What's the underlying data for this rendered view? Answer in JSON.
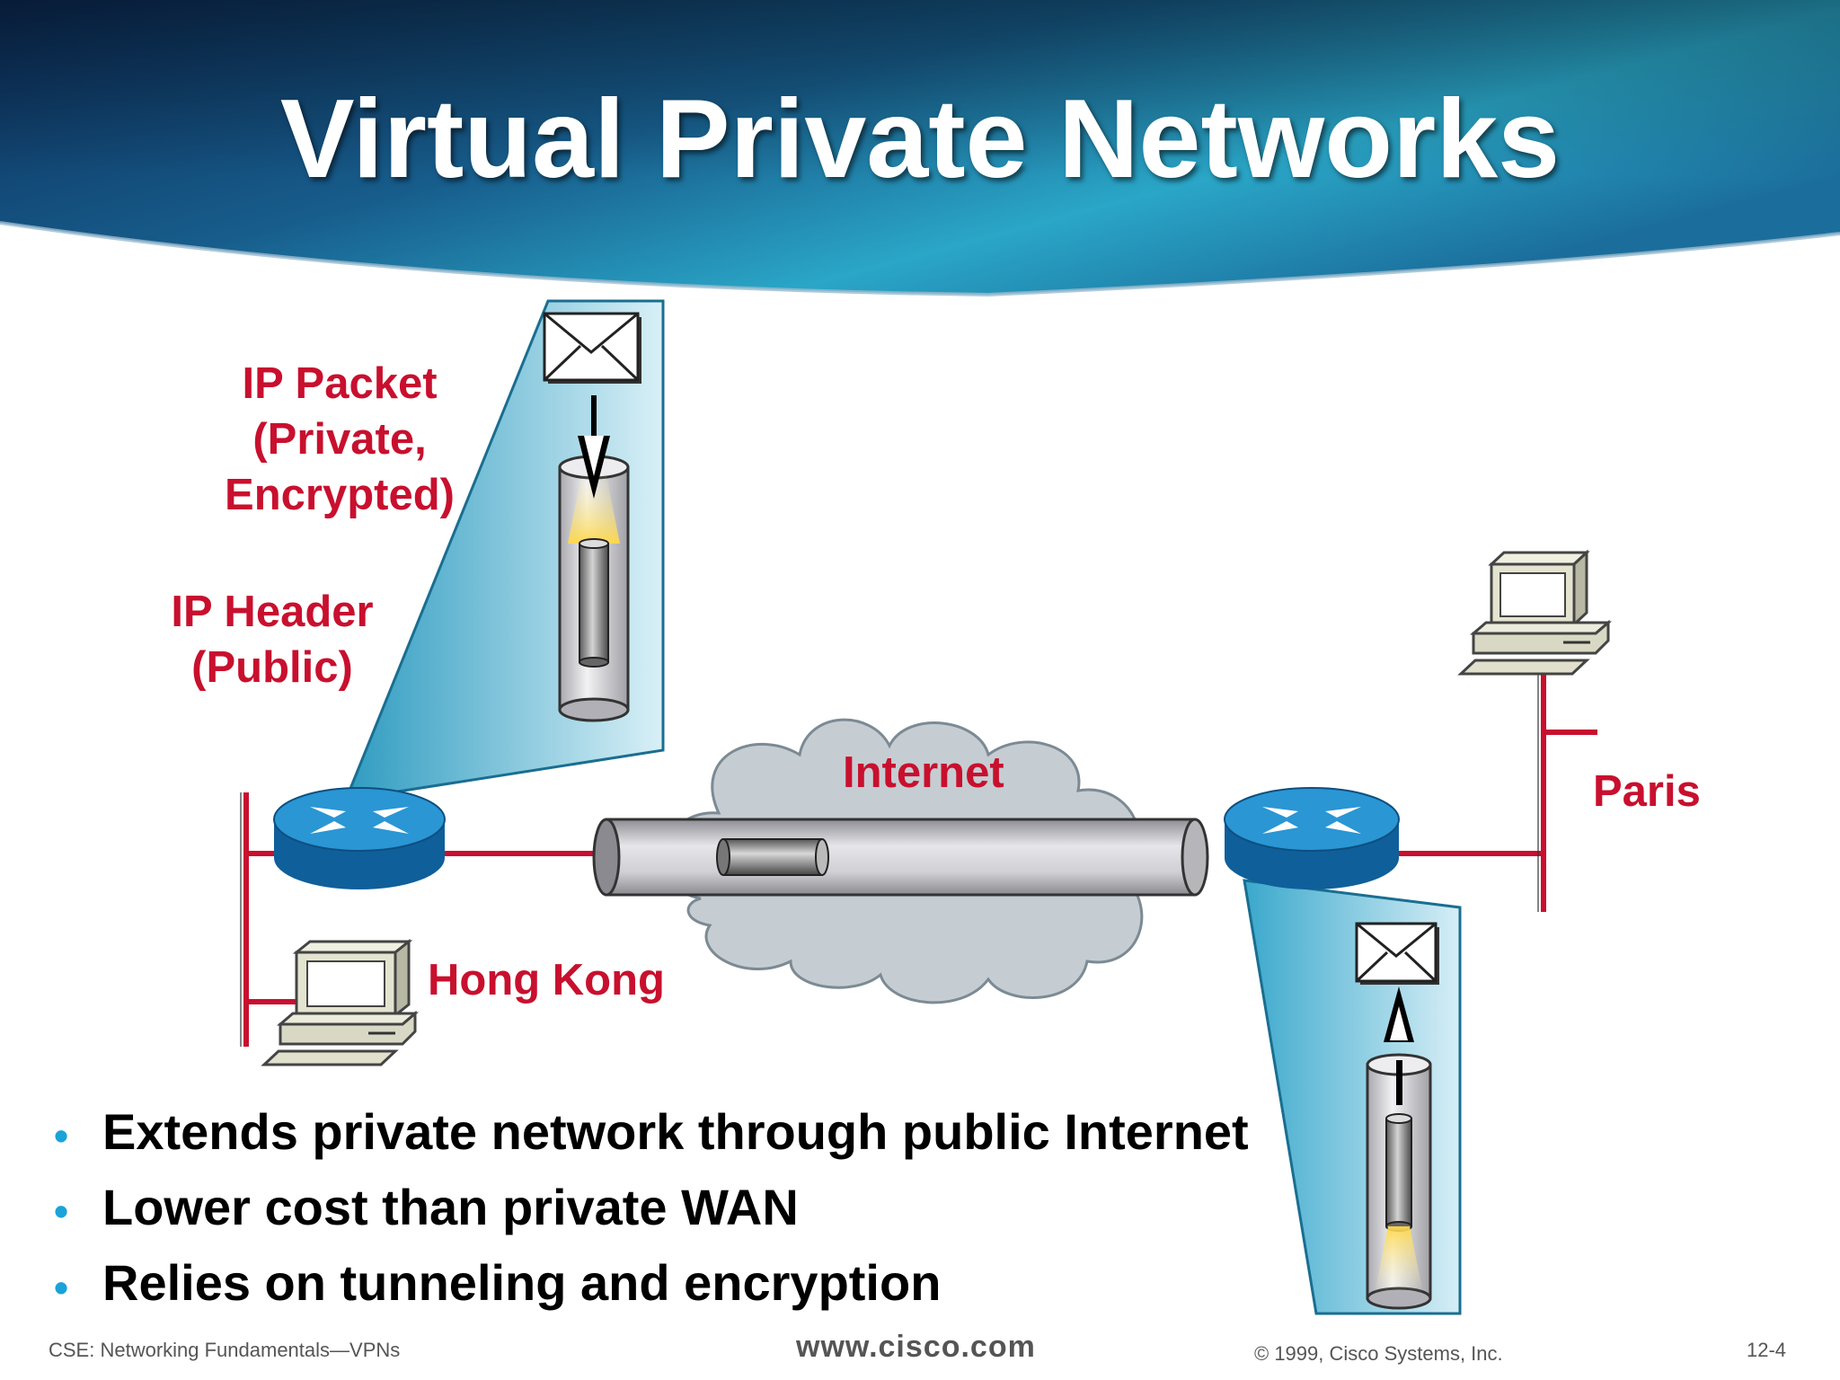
{
  "title": "Virtual Private Networks",
  "labels": {
    "ip_packet": [
      "IP Packet",
      "(Private,",
      "Encrypted)"
    ],
    "ip_header": [
      "IP Header",
      "(Public)"
    ],
    "internet": "Internet",
    "hong_kong": "Hong Kong",
    "paris": "Paris"
  },
  "bullets": [
    "Extends private network through public Internet",
    "Lower cost than private WAN",
    "Relies on tunneling and encryption"
  ],
  "bullet_glyph": "•",
  "footer": {
    "left": "CSE: Networking Fundamentals—VPNs",
    "url": "www.cisco.com",
    "copyright": "© 1999, Cisco Systems, Inc.",
    "page": "12-4"
  },
  "colors": {
    "label_red": "#c8102e",
    "banner_dark": "#0d2f5c",
    "banner_light": "#2aa6c7",
    "router_blue": "#1e88c8",
    "bullet_blue": "#1aa3d9"
  },
  "icons": [
    "router-icon",
    "workstation-icon",
    "envelope-icon",
    "cloud-icon",
    "tunnel-icon"
  ]
}
